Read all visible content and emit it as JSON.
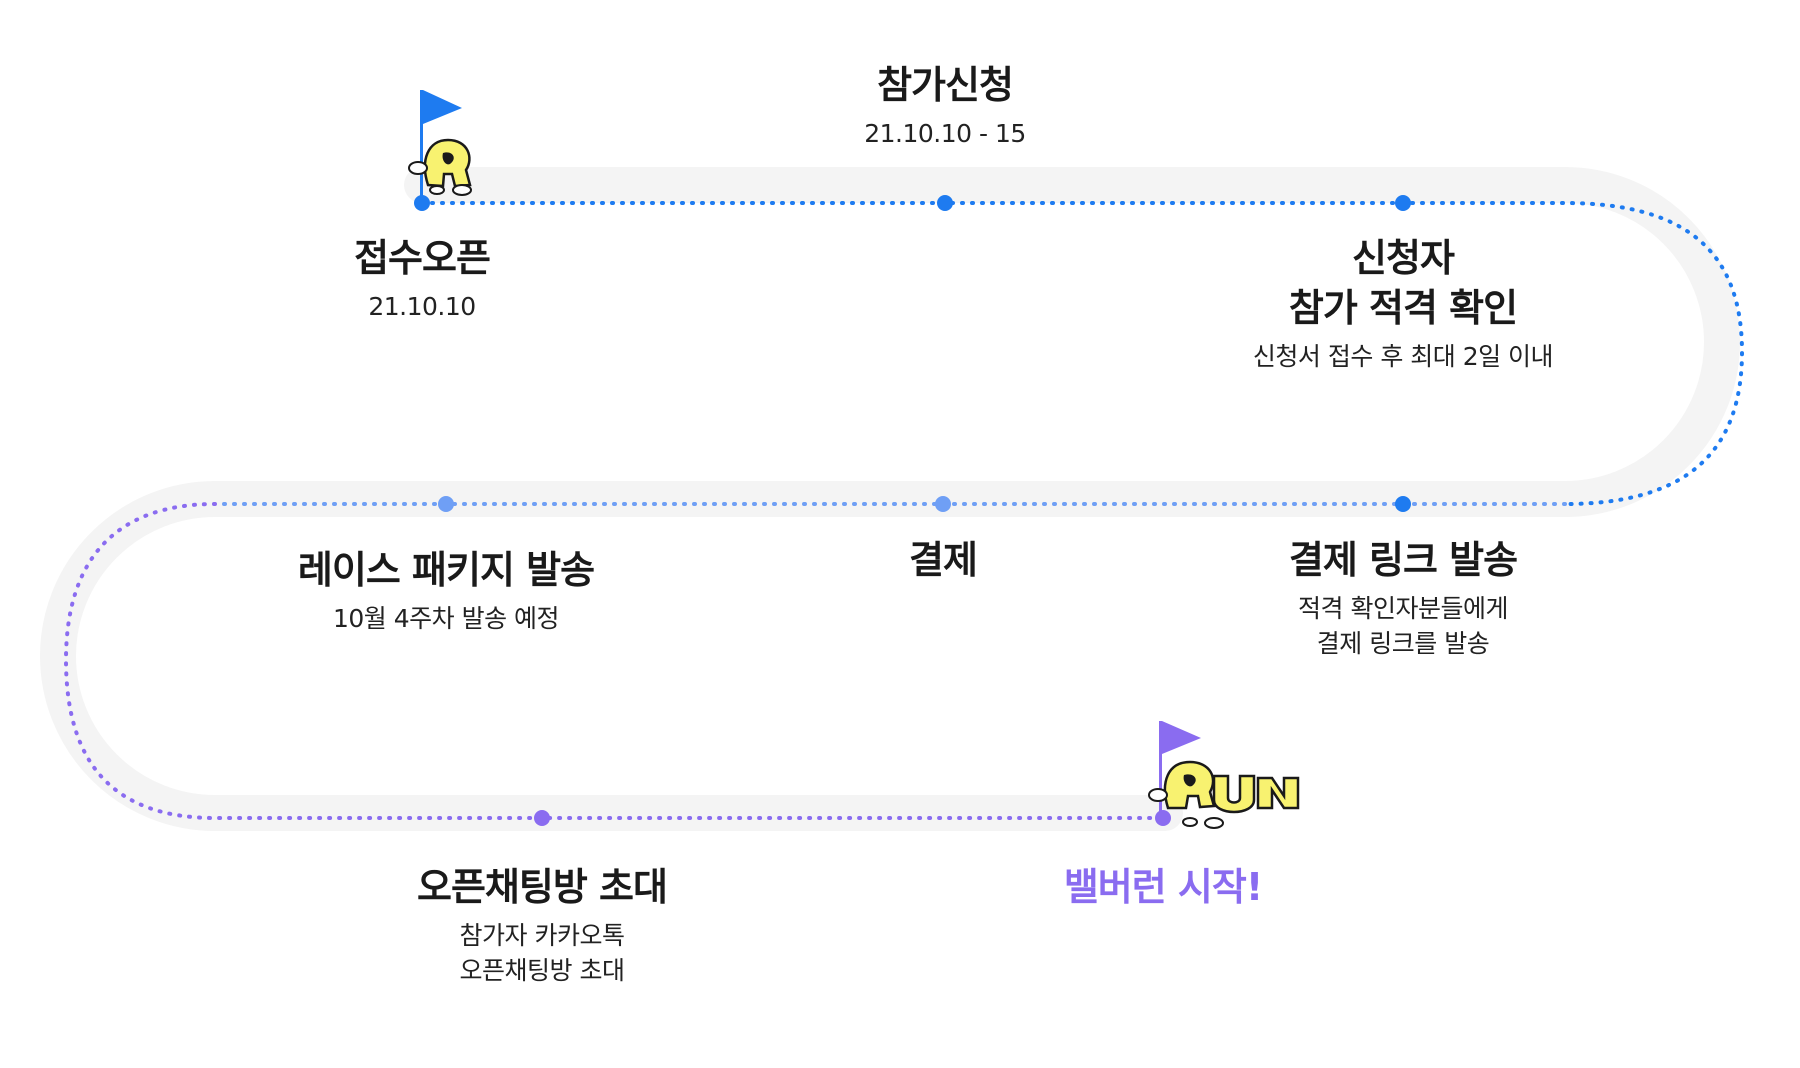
{
  "colors": {
    "track": "#f4f4f4",
    "blue": "#1e7bf0",
    "blue_light": "#6f9ff5",
    "purple": "#8a6cf0",
    "mascot_yellow": "#f8f270",
    "ink": "#1a1a1a"
  },
  "steps": [
    {
      "id": "apply",
      "title": "참가신청",
      "sub": "21.10.10 - 15"
    },
    {
      "id": "open",
      "title": "접수오픈",
      "sub": "21.10.10"
    },
    {
      "id": "confirm",
      "title": "신청자\n참가 적격 확인",
      "sub": "신청서 접수 후 최대 2일 이내"
    },
    {
      "id": "link",
      "title": "결제 링크 발송",
      "sub": "적격 확인자분들에게\n결제 링크를 발송"
    },
    {
      "id": "payment",
      "title": "결제",
      "sub": ""
    },
    {
      "id": "package",
      "title": "레이스 패키지 발송",
      "sub": "10월 4주차 발송 예정"
    },
    {
      "id": "chat",
      "title": "오픈채팅방 초대",
      "sub": "참가자 카카오톡\n오픈채팅방 초대"
    },
    {
      "id": "start",
      "title": "밸버런 시작!",
      "sub": ""
    }
  ],
  "icons": {
    "start_flag": "flag-icon",
    "finish_flag": "flag-icon",
    "start_mascot": "mascot-r-icon",
    "finish_mascot": "mascot-run-icon"
  }
}
